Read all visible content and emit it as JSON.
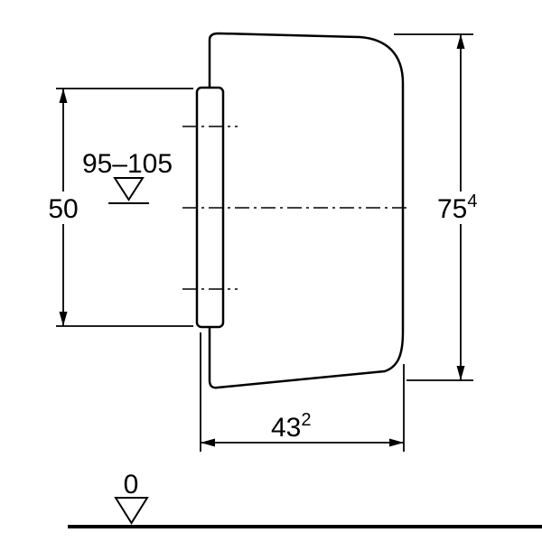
{
  "page": {
    "background": "#ffffff",
    "line_color": "#000000",
    "type": "technical-dimension-drawing"
  },
  "drawing": {
    "labels": {
      "rail_height": "50",
      "inlet_height_range": "95–105",
      "overall_height": "75",
      "overall_height_sup": "4",
      "depth": "43",
      "depth_sup": "2",
      "floor_level": "0"
    }
  }
}
